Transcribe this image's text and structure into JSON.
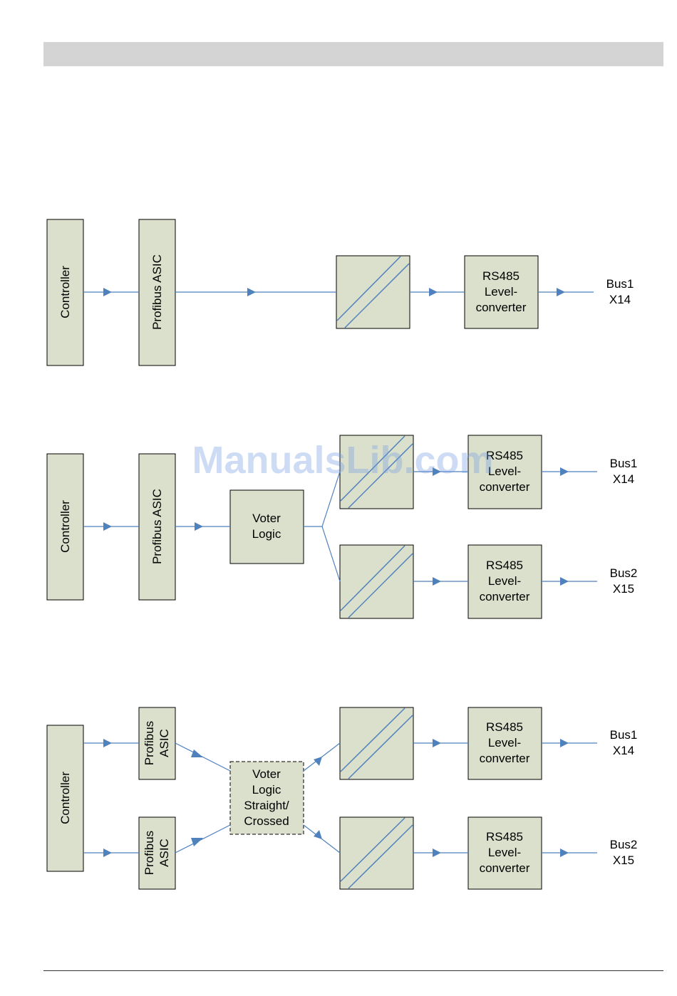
{
  "watermark": "ManualsLib.com",
  "labels": {
    "controller": "Controller",
    "profibus_asic": "Profibus ASIC",
    "profibus": "Profibus",
    "asic": "ASIC",
    "voter": "Voter",
    "logic": "Logic",
    "straight": "Straight/",
    "crossed": "Crossed",
    "rs485": "RS485",
    "level": "Level-",
    "converter": "converter",
    "bus1": "Bus1",
    "x14": "X14",
    "bus2": "Bus2",
    "x15": "X15"
  },
  "colors": {
    "box_fill": "#dbe0cc",
    "wire": "#4f81bd",
    "header_bar": "#d4d4d4"
  }
}
